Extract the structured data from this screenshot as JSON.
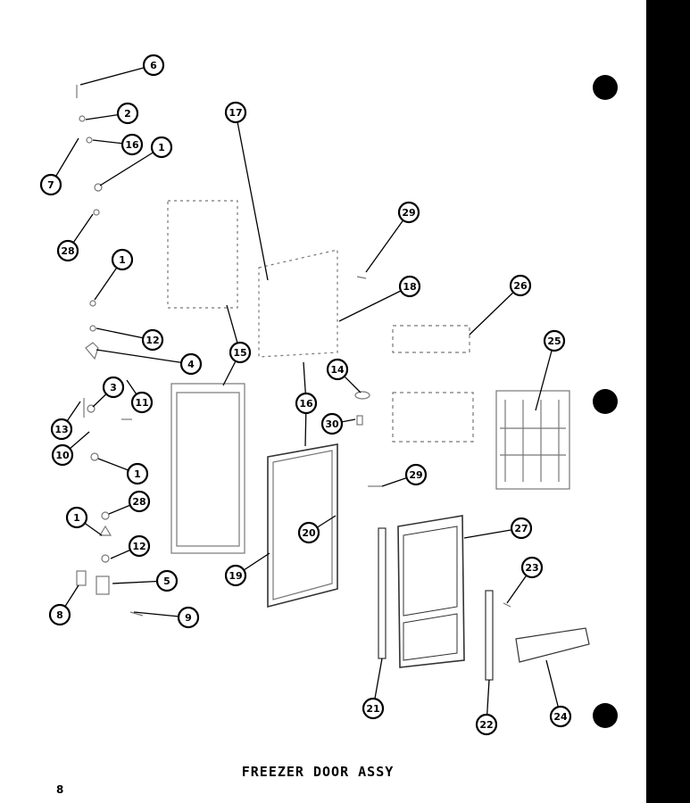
{
  "title": "FREEZER DOOR ASSY",
  "page_number": "8",
  "callouts": [
    {
      "label": "6"
    },
    {
      "label": "2"
    },
    {
      "label": "16"
    },
    {
      "label": "1"
    },
    {
      "label": "7"
    },
    {
      "label": "28"
    },
    {
      "label": "1"
    },
    {
      "label": "12"
    },
    {
      "label": "4"
    },
    {
      "label": "3"
    },
    {
      "label": "11"
    },
    {
      "label": "13"
    },
    {
      "label": "10"
    },
    {
      "label": "1"
    },
    {
      "label": "28"
    },
    {
      "label": "1"
    },
    {
      "label": "12"
    },
    {
      "label": "5"
    },
    {
      "label": "8"
    },
    {
      "label": "9"
    },
    {
      "label": "17"
    },
    {
      "label": "15"
    },
    {
      "label": "16"
    },
    {
      "label": "19"
    },
    {
      "label": "20"
    },
    {
      "label": "29"
    },
    {
      "label": "18"
    },
    {
      "label": "14"
    },
    {
      "label": "30"
    },
    {
      "label": "29"
    },
    {
      "label": "26"
    },
    {
      "label": "25"
    },
    {
      "label": "27"
    },
    {
      "label": "23"
    },
    {
      "label": "21"
    },
    {
      "label": "22"
    },
    {
      "label": "24"
    }
  ]
}
